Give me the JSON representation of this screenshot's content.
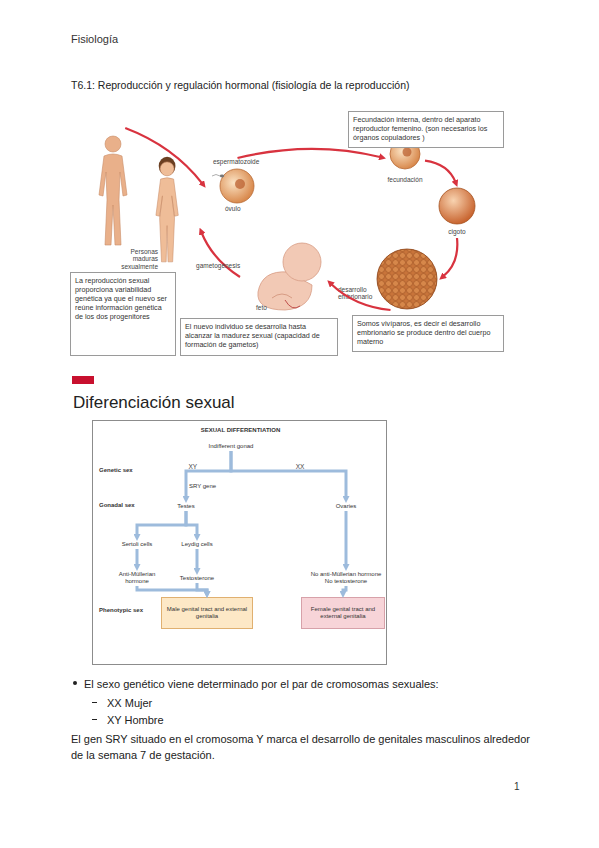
{
  "diagram": {
    "title": "T6.1: Reproducción y regulación hormonal (fisiología de la reproducción)",
    "nodes": [
      {
        "text": [
          "Personas maduras sexualmente"
        ]
      },
      {
        "text": [
          "espermatozoide",
          "óvulo"
        ]
      },
      {
        "text": [
          "fecundación"
        ]
      },
      {
        "text": [
          "Fecundación interna, dentro del aparato reproductor femenino. (son necesarios los órganos copuladores )"
        ]
      },
      {
        "text": [
          "cigoto"
        ]
      },
      {
        "text": [
          "desarrollo embrionario"
        ]
      },
      {
        "text": [
          "Somos vivíparos, es decir el desarrollo embrionario se produce dentro del cuerpo materno"
        ]
      },
      {
        "text": [
          "feto"
        ]
      },
      {
        "text": [
          "El nuevo individuo se desarrolla hasta alcanzar la madurez sexual (capacidad de formación de gametos)"
        ]
      },
      {
        "text": [
          "La reproducción sexual proporciona variabilidad genética ya que el nuevo ser reúne información genética de los dos progenitores"
        ]
      },
      {
        "text": [
          "SEXUAL DIFFERENTIATION"
        ]
      },
      {
        "text": [
          "Indifferent gonad"
        ],
        "in": 10
      },
      {
        "text": [
          "Testes"
        ],
        "in": 10
      },
      {
        "text": [
          "Ovaries"
        ],
        "in": 10
      },
      {
        "text": [
          "Sertoli cells"
        ],
        "in": 10
      },
      {
        "text": [
          "Leydig cells"
        ],
        "in": 10
      },
      {
        "text": [
          "Anti-Müllerian hormone"
        ],
        "in": 10
      },
      {
        "text": [
          "Testosterone"
        ],
        "in": 10
      },
      {
        "text": [
          "No anti-Müllerian hormone No testosterone"
        ],
        "in": 10
      },
      {
        "text": [
          "Male genital tract and external genitalia"
        ],
        "in": 10
      },
      {
        "text": [
          "Female genital tract and external genitalia"
        ],
        "in": 10
      }
    ],
    "edges": [
      {
        "from": 0,
        "to": 1,
        "arrow": "to"
      },
      {
        "from": 1,
        "to": 2,
        "arrow": "to"
      },
      {
        "from": 2,
        "to": 4,
        "arrow": "to"
      },
      {
        "from": 4,
        "to": 5,
        "arrow": "to"
      },
      {
        "from": 5,
        "to": 7,
        "arrow": "to"
      },
      {
        "from": 7,
        "to": 0,
        "label": "gametogénesis",
        "arrow": "to"
      },
      {
        "from": 11,
        "to": 12,
        "label": "XY",
        "arrow": "to"
      },
      {
        "from": 11,
        "to": 13,
        "label": "XX",
        "arrow": "to"
      },
      {
        "from": 12,
        "to": 14,
        "arrow": "to"
      },
      {
        "from": 12,
        "to": 15,
        "arrow": "to"
      },
      {
        "from": 14,
        "to": 16,
        "arrow": "to"
      },
      {
        "from": 15,
        "to": 17,
        "arrow": "to"
      },
      {
        "from": 16,
        "to": 19,
        "arrow": "to"
      },
      {
        "from": 17,
        "to": 19,
        "arrow": "to"
      },
      {
        "from": 13,
        "to": 18,
        "arrow": "to"
      },
      {
        "from": 18,
        "to": 20,
        "arrow": "to"
      }
    ],
    "labels": [
      "Fisiología",
      "Diferenciación sexual",
      "Genetic sex",
      "Gonadal sex",
      "SRY gene",
      "Phenotypic sex",
      "El sexo genético viene determinado por el par de cromosomas sexuales:",
      "XX Mujer",
      "XY Hombre",
      "El gen SRY situado en el cromosoma Y marca el desarrollo de genitales masculinos alrededor de la semana 7 de gestación.",
      "1"
    ]
  }
}
